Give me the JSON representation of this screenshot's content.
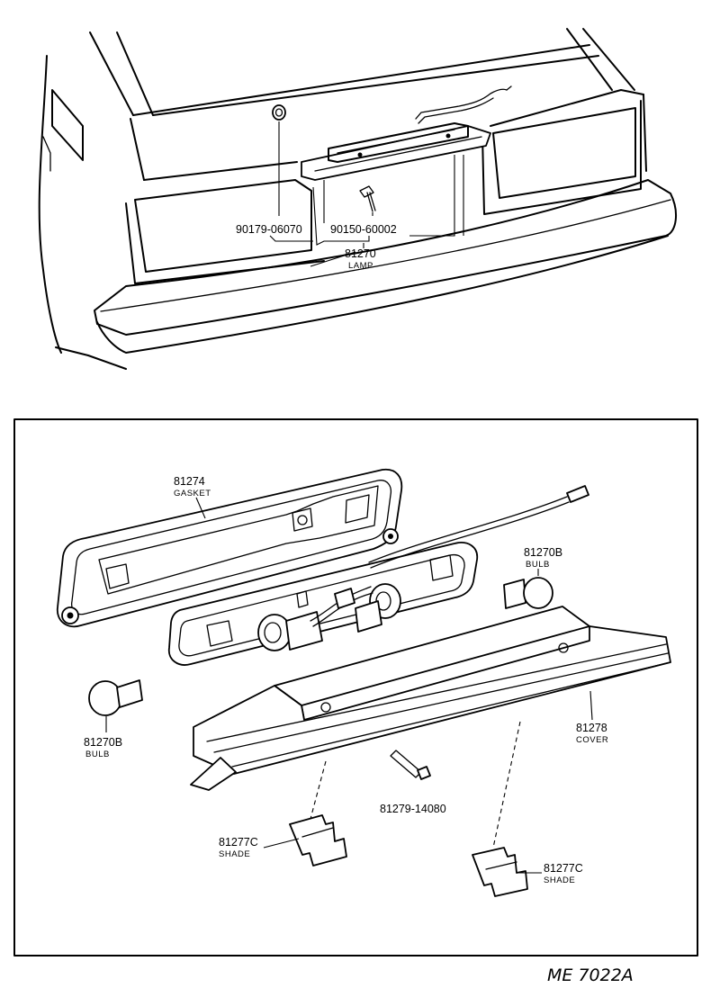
{
  "labels": {
    "p90179": "90179-06070",
    "p90150": "90150-60002",
    "p81270": "81270",
    "lamp": "LAMP",
    "p81274": "81274",
    "gasket": "GASKET",
    "p81270b_right": "81270B",
    "bulb_right": "BULB",
    "p81270b_left": "81270B",
    "bulb_left": "BULB",
    "p81278": "81278",
    "cover": "COVER",
    "p81279": "81279-14080",
    "p81277c_left": "81277C",
    "shade_left": "SHADE",
    "p81277c_right": "81277C",
    "shade_right": "SHADE",
    "drawing_code": "ME 7022A"
  }
}
